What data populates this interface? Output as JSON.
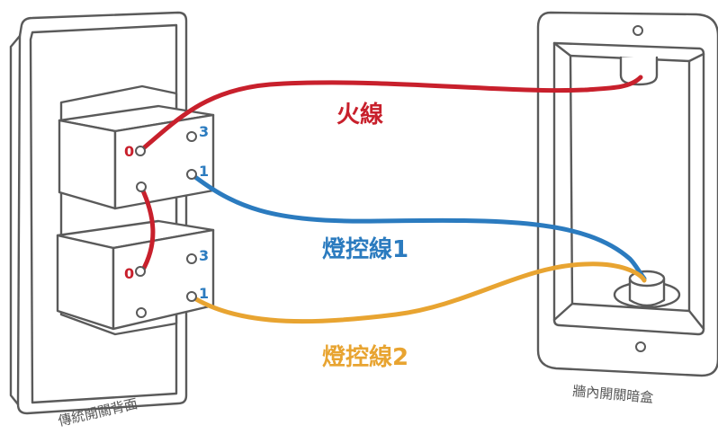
{
  "colors": {
    "hot": "#c8202c",
    "load1": "#2b7bbf",
    "load2": "#e8a431",
    "outline": "#5a5a5a",
    "caption": "#555555"
  },
  "labels": {
    "hot": "火線",
    "load1": "燈控線1",
    "load2": "燈控線2"
  },
  "captions": {
    "switch_back": "傳統開關背面",
    "wall_box": "牆內開關暗盒"
  },
  "terminals": {
    "upper": {
      "left_label": "0",
      "right_top_label": "3",
      "right_bottom_label": "1"
    },
    "lower": {
      "left_label": "0",
      "right_top_label": "3",
      "right_bottom_label": "1"
    }
  }
}
